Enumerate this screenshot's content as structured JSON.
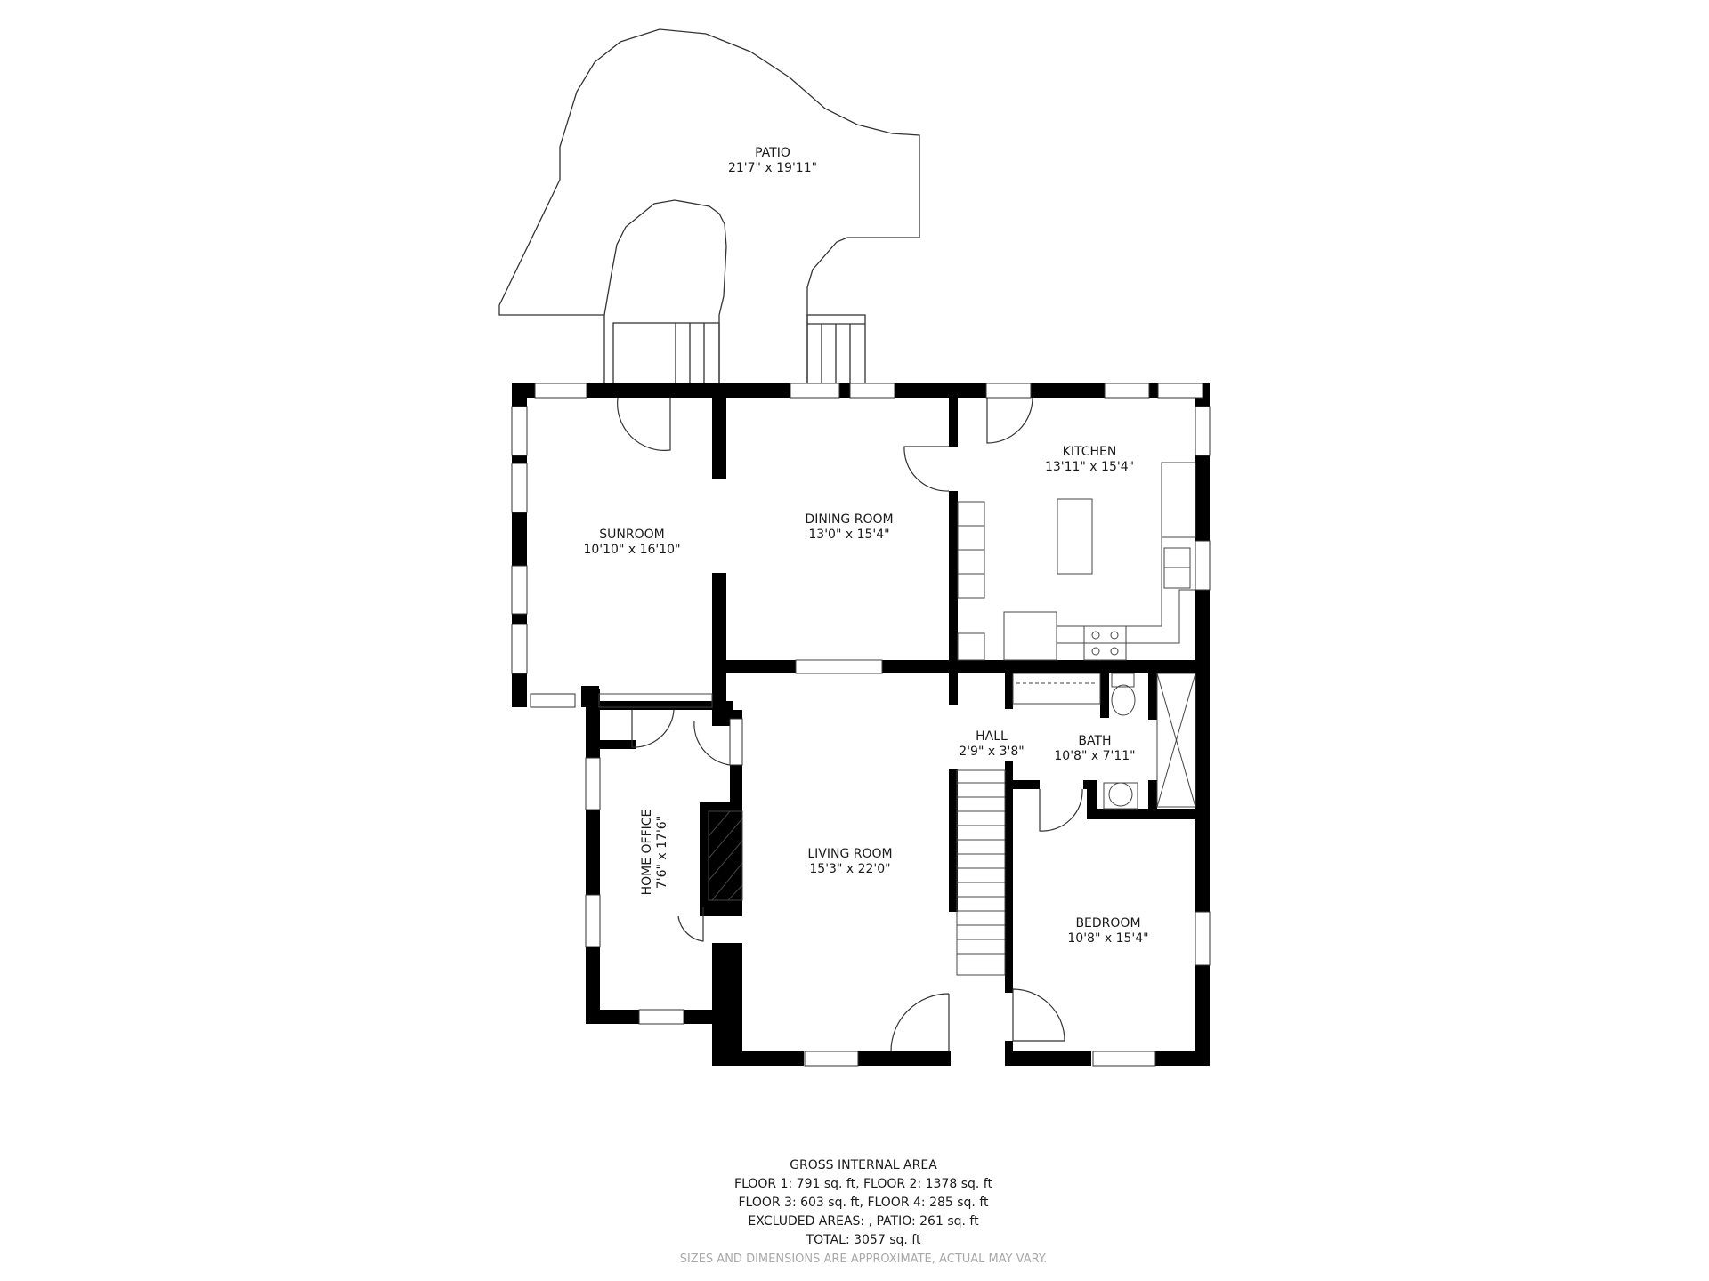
{
  "rooms": {
    "patio": {
      "name": "PATIO",
      "dims": "21'7\" x 19'11\""
    },
    "sunroom": {
      "name": "SUNROOM",
      "dims": "10'10\" x 16'10\""
    },
    "dining_room": {
      "name": "DINING ROOM",
      "dims": "13'0\" x 15'4\""
    },
    "kitchen": {
      "name": "KITCHEN",
      "dims": "13'11\" x 15'4\""
    },
    "hall": {
      "name": "HALL",
      "dims": "2'9\" x 3'8\""
    },
    "bath": {
      "name": "BATH",
      "dims": "10'8\" x 7'11\""
    },
    "home_office": {
      "name": "HOME OFFICE",
      "dims": "7'6\" x 17'6\""
    },
    "living_room": {
      "name": "LIVING ROOM",
      "dims": "15'3\" x 22'0\""
    },
    "bedroom": {
      "name": "BEDROOM",
      "dims": "10'8\" x 15'4\""
    }
  },
  "summary": {
    "title": "GROSS INTERNAL AREA",
    "line1": "FLOOR 1: 791 sq. ft, FLOOR 2: 1378 sq. ft",
    "line2": "FLOOR 3: 603 sq. ft, FLOOR 4: 285 sq. ft",
    "line3": "EXCLUDED AREAS: , PATIO: 261 sq. ft",
    "total": "TOTAL: 3057 sq. ft",
    "disclaimer": "SIZES AND DIMENSIONS ARE APPROXIMATE, ACTUAL MAY VARY."
  },
  "colors": {
    "wall": "#000000",
    "line": "#333333",
    "background": "#ffffff",
    "disclaimer": "#a9a9a9"
  }
}
